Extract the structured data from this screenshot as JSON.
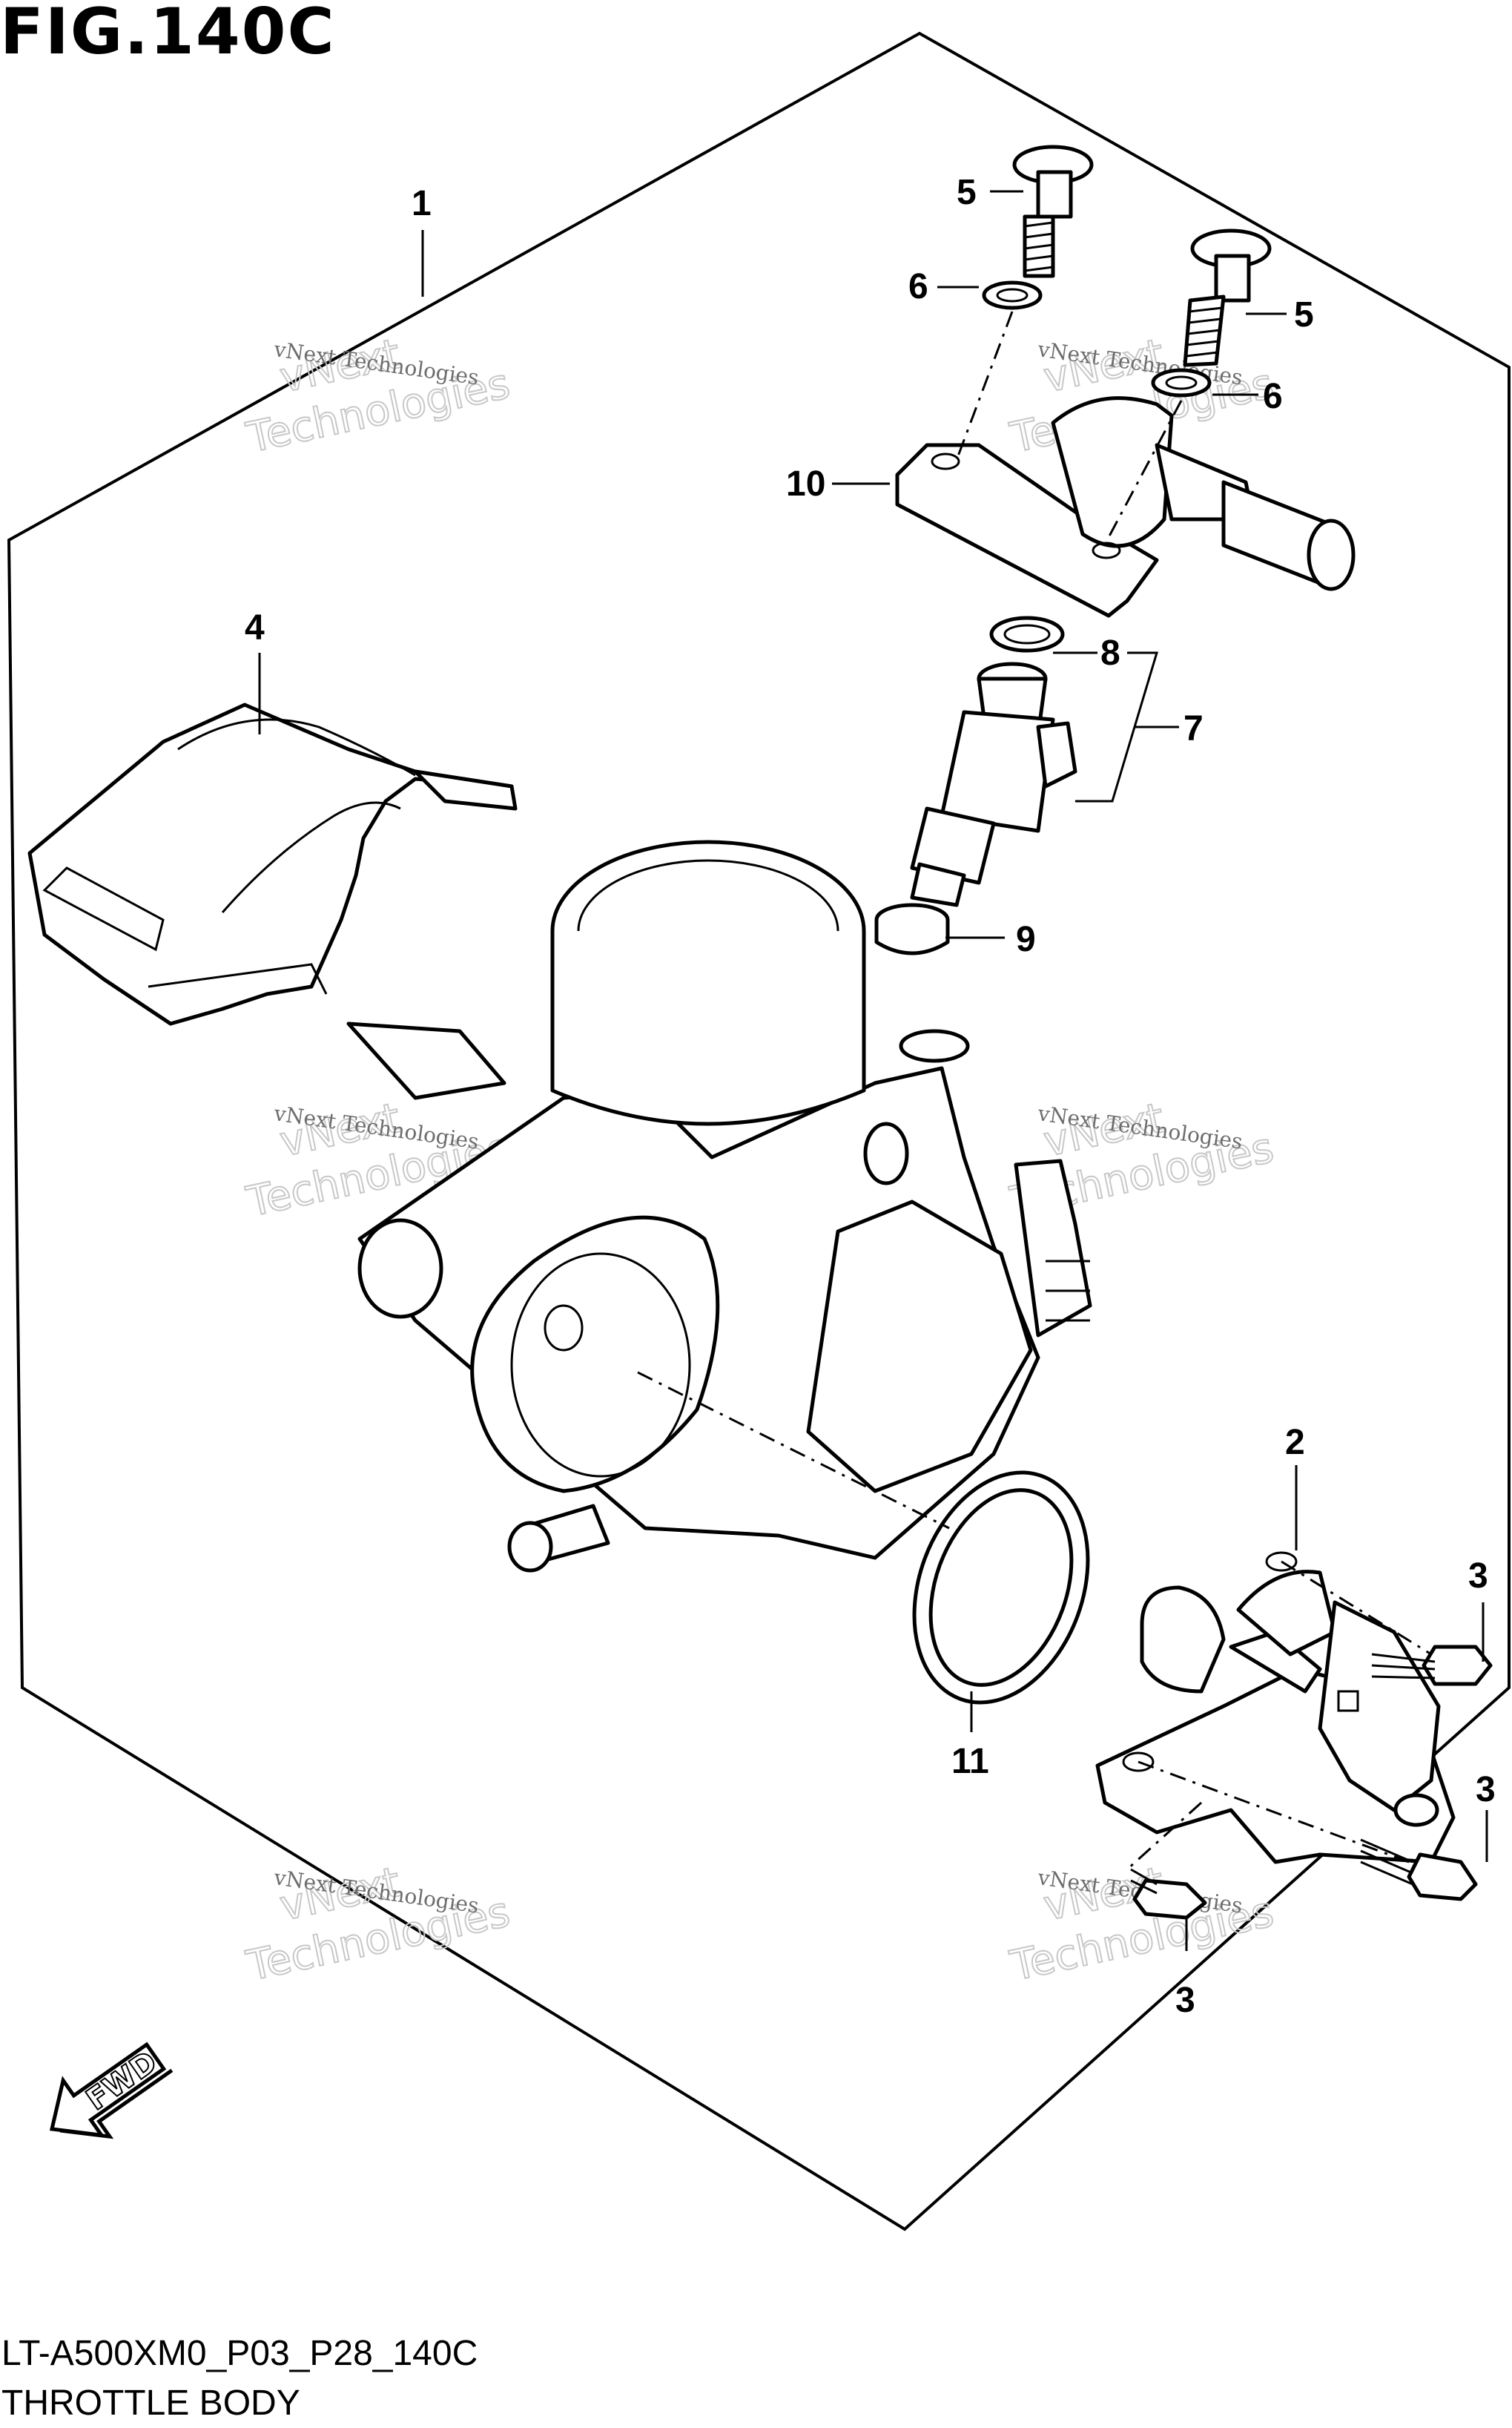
{
  "figure_title": "FIG.140C",
  "footer": {
    "model_code": "LT-A500XM0_P03_P28_140C",
    "section_title": "THROTTLE BODY"
  },
  "callouts": [
    "1",
    "2",
    "3",
    "3",
    "3",
    "4",
    "5",
    "5",
    "6",
    "6",
    "7",
    "8",
    "9",
    "10",
    "11"
  ],
  "watermark": {
    "line1": "vNext Technologies",
    "line2": "vNext",
    "line3": "Technologies"
  },
  "direction_marker": "FWD",
  "colors": {
    "ink": "#000000",
    "paper": "#ffffff",
    "watermark": "#c8c8c8"
  }
}
